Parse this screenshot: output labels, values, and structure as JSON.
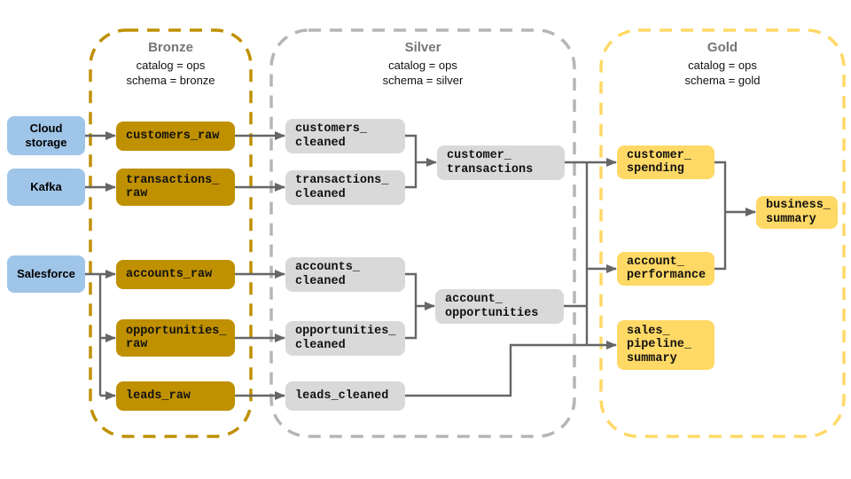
{
  "diagram": {
    "sources": [
      {
        "label": "Cloud\nstorage"
      },
      {
        "label": "Kafka"
      },
      {
        "label": "Salesforce"
      }
    ],
    "layers": [
      {
        "title": "Bronze",
        "catalog": "catalog = ops",
        "schema": "schema = bronze",
        "accent": "#bf9000",
        "tables": [
          {
            "label": "customers_raw"
          },
          {
            "label": "transactions_\nraw"
          },
          {
            "label": "accounts_raw"
          },
          {
            "label": "opportunities_\nraw"
          },
          {
            "label": "leads_raw"
          }
        ]
      },
      {
        "title": "Silver",
        "catalog": "catalog = ops",
        "schema": "schema = silver",
        "accent": "#b5b5b5",
        "tables": [
          {
            "label": "customers_\ncleaned"
          },
          {
            "label": "transactions_\ncleaned"
          },
          {
            "label": "customer_\ntransactions"
          },
          {
            "label": "accounts_\ncleaned"
          },
          {
            "label": "opportunities_\ncleaned"
          },
          {
            "label": "account_\nopportunities"
          },
          {
            "label": "leads_cleaned"
          }
        ]
      },
      {
        "title": "Gold",
        "catalog": "catalog = ops",
        "schema": "schema = gold",
        "accent": "#ffd966",
        "tables": [
          {
            "label": "customer_\nspending"
          },
          {
            "label": "account_\nperformance"
          },
          {
            "label": "business_\nsummary"
          },
          {
            "label": "sales_\npipeline_\nsummary"
          }
        ]
      }
    ],
    "colors": {
      "source_fill": "#9fc5e8",
      "bronze_fill": "#bf9000",
      "silver_fill": "#d9d9d9",
      "gold_fill": "#ffd966",
      "connector": "#666666",
      "section_title": "#757575"
    }
  }
}
